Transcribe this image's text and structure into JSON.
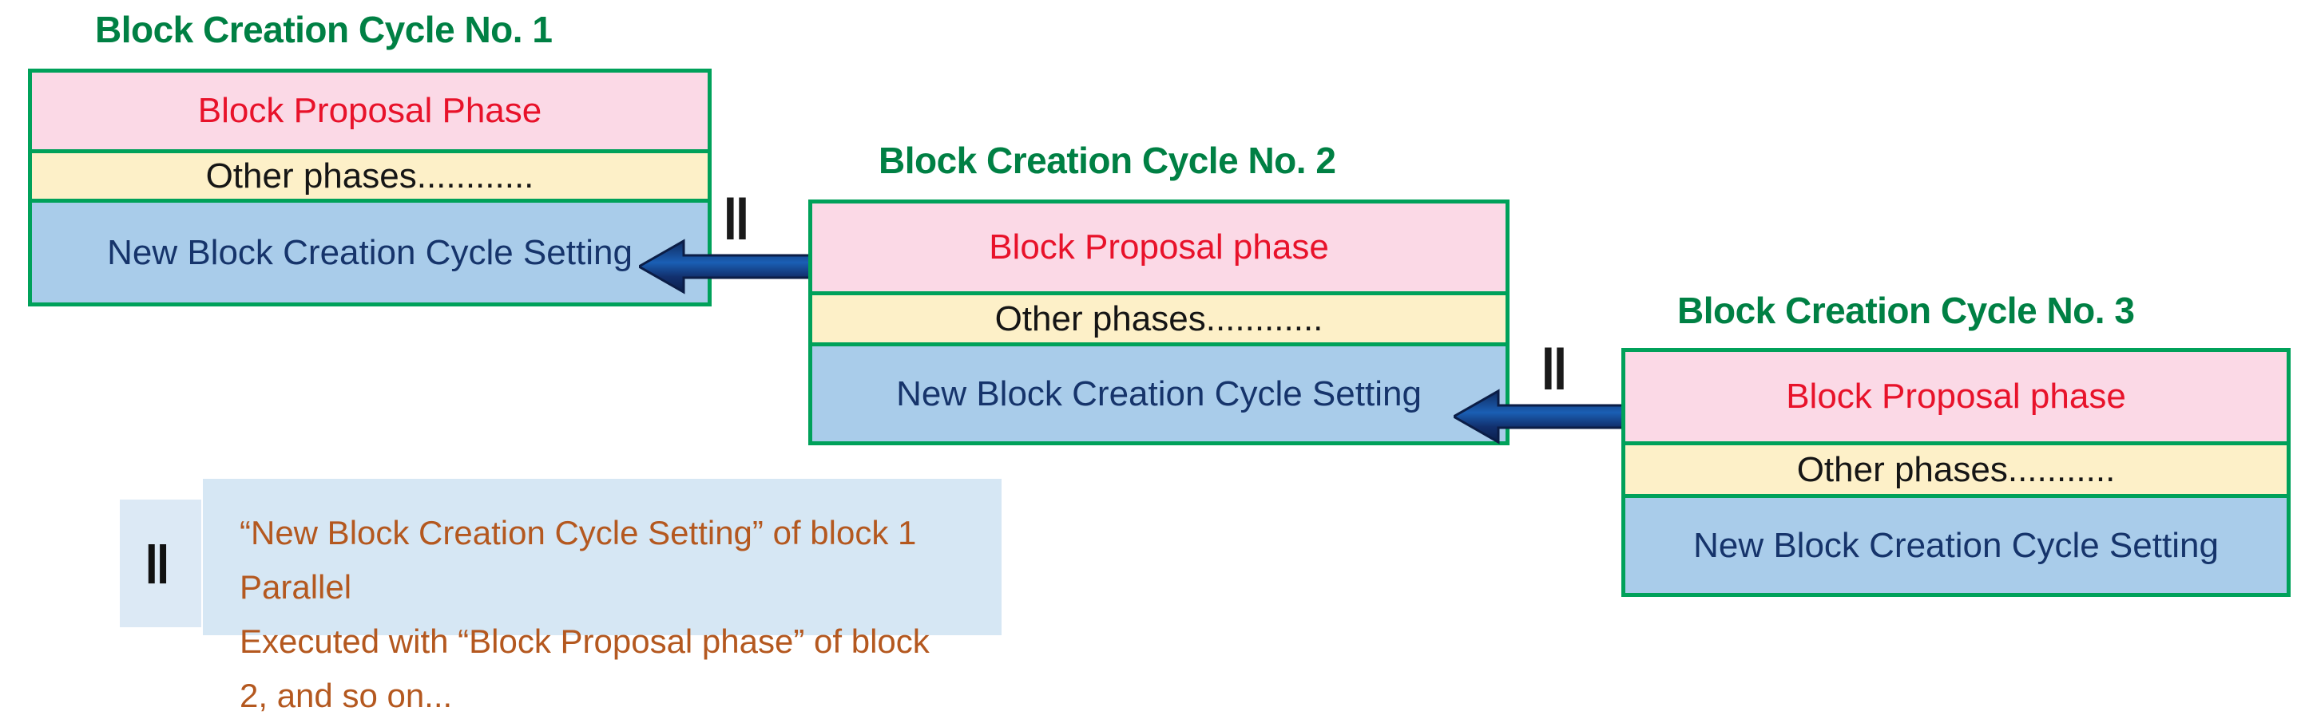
{
  "diagram": {
    "title_color": "#008044",
    "border_color": "#00a15a",
    "arrow_color": "#12306e",
    "colors": {
      "proposal_bg": "#fbd9e6",
      "proposal_text": "#e8122a",
      "other_bg": "#fdf0c8",
      "other_text": "#151515",
      "setting_bg": "#a9ccea",
      "setting_text": "#16346b",
      "legend_bg": "#d6e7f4",
      "legend_text": "#b4581f"
    },
    "cycles": [
      {
        "title": "Block Creation Cycle No. 1",
        "rows": [
          {
            "label": "Block Proposal Phase"
          },
          {
            "label": "Other phases............"
          },
          {
            "label": "New Block Creation Cycle Setting"
          }
        ]
      },
      {
        "title": "Block Creation Cycle No. 2",
        "rows": [
          {
            "label": "Block Proposal phase"
          },
          {
            "label": "Other phases............"
          },
          {
            "label": "New Block Creation Cycle Setting"
          }
        ]
      },
      {
        "title": "Block Creation Cycle No. 3",
        "rows": [
          {
            "label": "Block Proposal phase"
          },
          {
            "label": "Other phases..........."
          },
          {
            "label": "New Block Creation Cycle Setting"
          }
        ]
      }
    ],
    "connectors": [
      {
        "parallel_mark": "‖"
      },
      {
        "parallel_mark": "‖"
      }
    ],
    "legend": {
      "parallel_mark": "‖",
      "text": "“New Block Creation Cycle Setting” of block 1 Parallel\nExecuted with “Block Proposal phase” of block 2, and so on..."
    }
  }
}
